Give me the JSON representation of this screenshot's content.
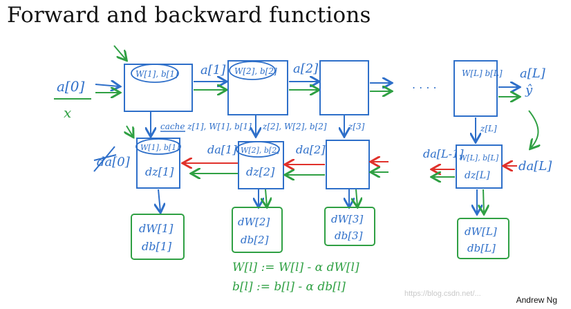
{
  "slide": {
    "title": "Forward and backward functions",
    "credit": "Andrew Ng",
    "watermark": "https://blog.csdn.net/..."
  },
  "labels": {
    "input_a0": "a[0]",
    "input_x": "x",
    "a1": "a[1]",
    "a2": "a[2]",
    "aL": "a[L]",
    "yhat": "ŷ",
    "dots": ". . . .",
    "cache": "cache z[1], W[1], b[1]",
    "z2_cache": "z[2], W[2], b[2]",
    "z3": "z[3]",
    "zL": "z[L]",
    "da0": "da[0]",
    "da1": "da[1]",
    "da2": "da[2]",
    "daL_minus_1": "da[L-1]",
    "daL": "da[L]"
  },
  "forward_boxes": [
    {
      "params": "W[1], b[1]"
    },
    {
      "params": "W[2], b[2]"
    },
    {
      "params": ""
    },
    {
      "params": "W[L] b[L]"
    }
  ],
  "backward_boxes": [
    {
      "params": "W[1], b[1]",
      "dz": "dz[1]"
    },
    {
      "params": "W[2], b[2]",
      "dz": "dz[2]"
    },
    {
      "params": "",
      "dz": ""
    },
    {
      "params": "W[L], b[L]",
      "dz": "dz[L]"
    }
  ],
  "gradient_boxes": [
    {
      "dW": "dW[1]",
      "db": "db[1]"
    },
    {
      "dW": "dW[2]",
      "db": "db[2]"
    },
    {
      "dW": "dW[3]",
      "db": "db[3]"
    },
    {
      "dW": "dW[L]",
      "db": "db[L]"
    }
  ],
  "update_rules": {
    "w_rule": "W[l] := W[l] - α dW[l]",
    "b_rule": "b[l] := b[l] - α db[l]"
  },
  "colors": {
    "blue": "#2e6fc9",
    "green": "#2fa043",
    "red": "#e0312b"
  }
}
